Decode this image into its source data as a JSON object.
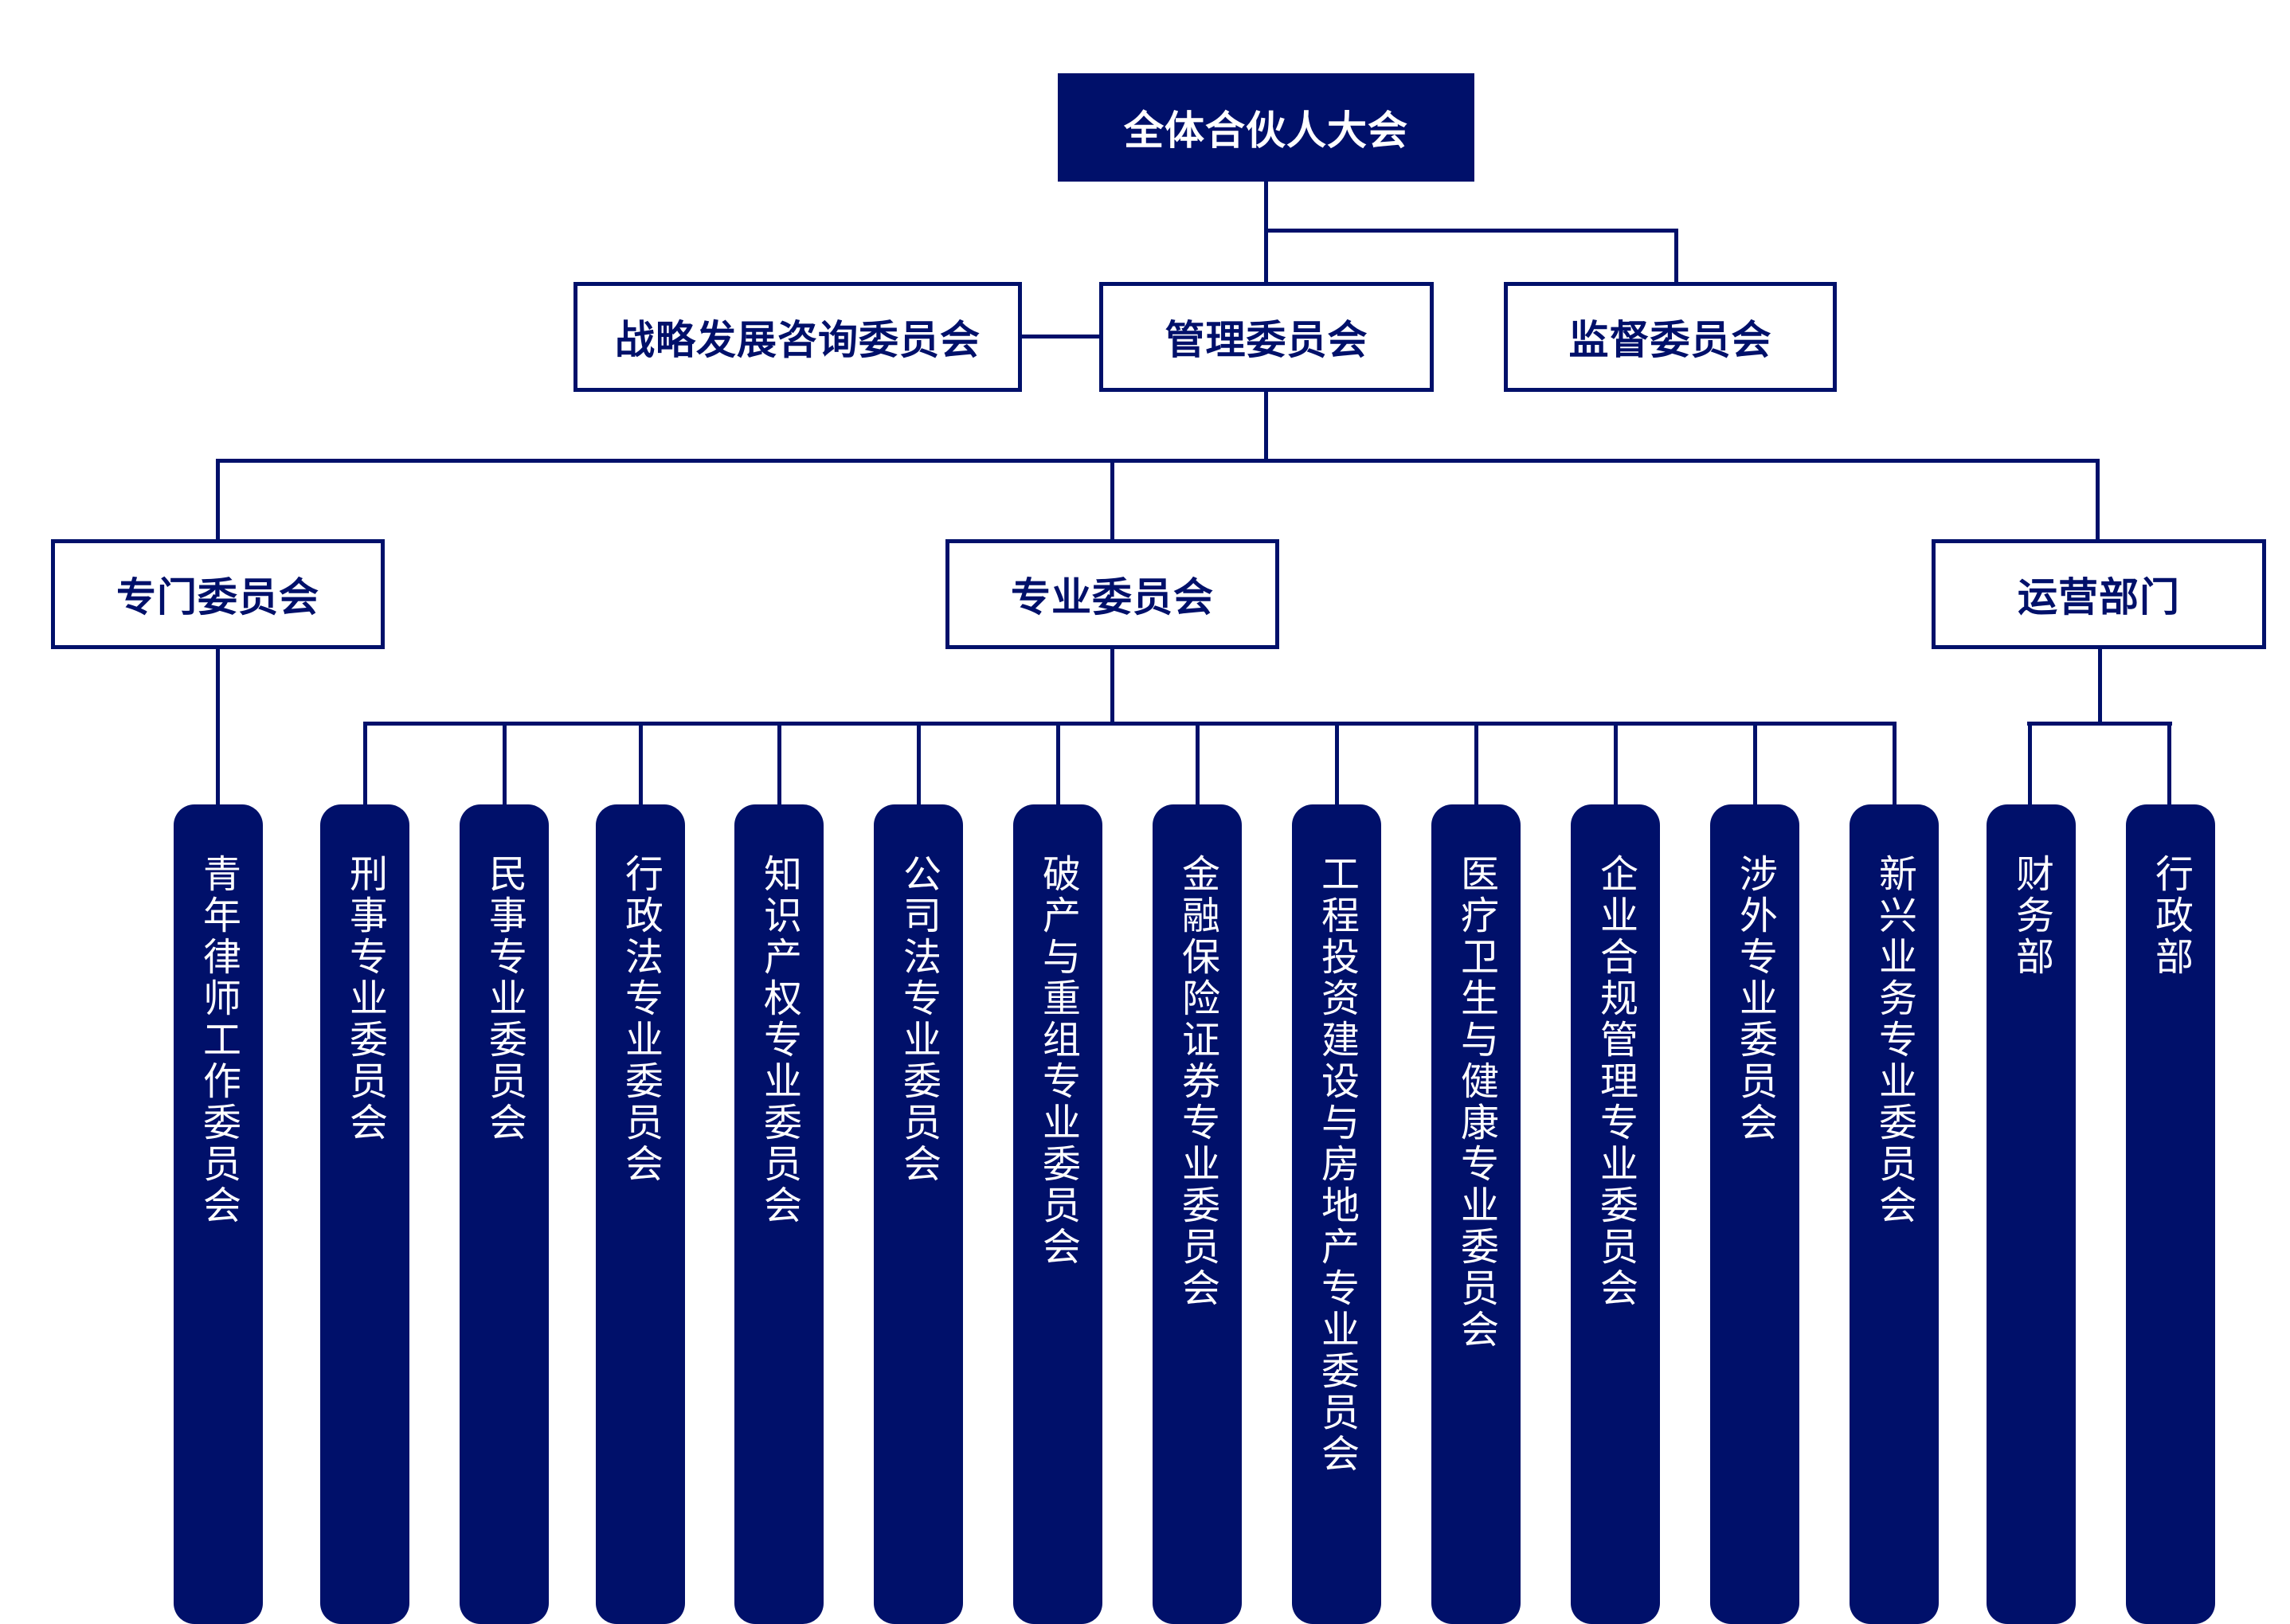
{
  "colors": {
    "primary": "#00106a",
    "background": "#ffffff",
    "text_on_primary": "#ffffff"
  },
  "root": {
    "label": "全体合伙人大会"
  },
  "level2": {
    "strategy": {
      "label": "战略发展咨询委员会"
    },
    "management": {
      "label": "管理委员会"
    },
    "supervision": {
      "label": "监督委员会"
    }
  },
  "level3": {
    "special": {
      "label": "专门委员会"
    },
    "professional": {
      "label": "专业委员会"
    },
    "operations": {
      "label": "运营部门"
    }
  },
  "special_children": [
    {
      "label": "青年律师工作委员会"
    }
  ],
  "professional_children": [
    {
      "label": "刑事专业委员会"
    },
    {
      "label": "民事专业委员会"
    },
    {
      "label": "行政法专业委员会"
    },
    {
      "label": "知识产权专业委员会"
    },
    {
      "label": "公司法专业委员会"
    },
    {
      "label": "破产与重组专业委员会"
    },
    {
      "label": "金融保险证券专业委员会"
    },
    {
      "label": "工程投资建设与房地产专业委员会"
    },
    {
      "label": "医疗卫生与健康专业委员会"
    },
    {
      "label": "企业合规管理专业委员会"
    },
    {
      "label": "涉外专业委员会"
    },
    {
      "label": "新兴业务专业委员会"
    }
  ],
  "operations_children": [
    {
      "label": "财务部"
    },
    {
      "label": "行政部"
    }
  ]
}
